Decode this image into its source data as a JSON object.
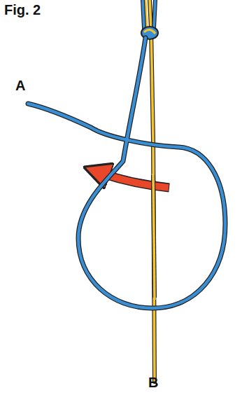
{
  "diagram": {
    "labels": [
      "Fig. 2",
      "A",
      "B"
    ]
  }
}
